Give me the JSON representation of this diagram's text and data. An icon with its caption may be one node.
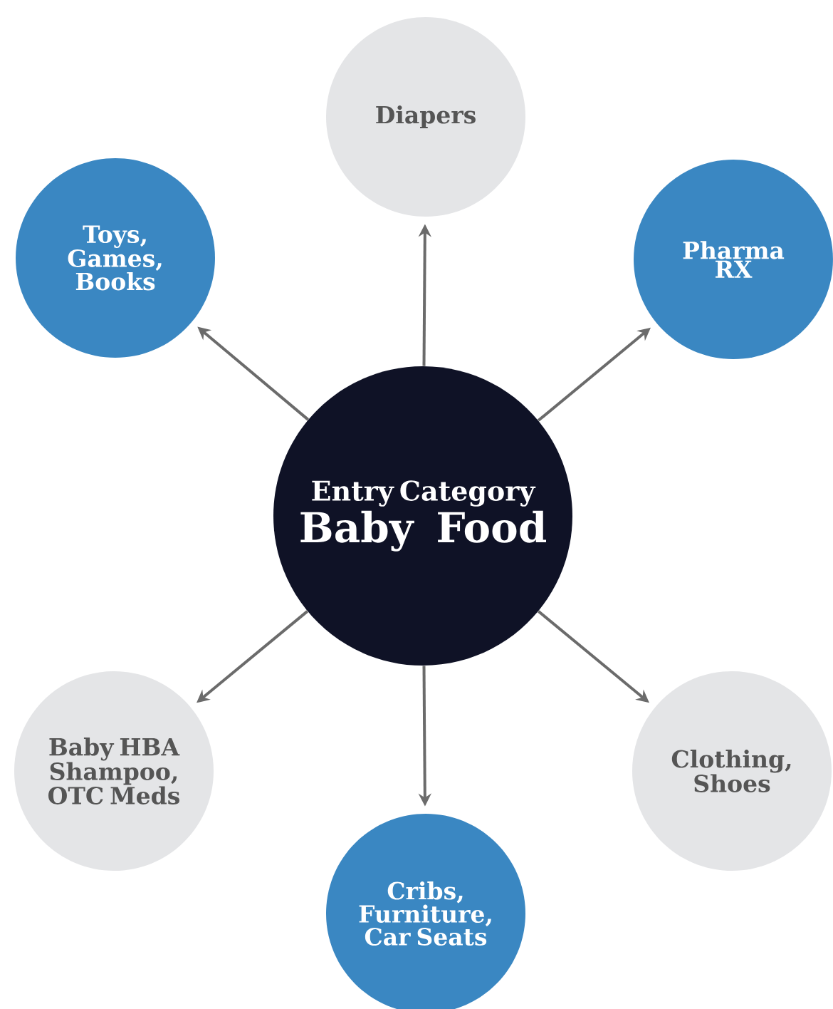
{
  "diagram": {
    "nodes": [
      {
        "text": [
          "Diapers"
        ]
      },
      {
        "text": [
          "Toys, Games, Books"
        ]
      },
      {
        "text": [
          "Pharma RX"
        ]
      },
      {
        "text": [
          "Entry Category",
          "Baby Food"
        ]
      },
      {
        "text": [
          "Baby HBA Shampoo, OTC Meds"
        ]
      },
      {
        "text": [
          "Clothing, Shoes"
        ]
      },
      {
        "text": [
          "Cribs, Furniture, Car Seats"
        ]
      }
    ],
    "edges": [
      {
        "from": 3,
        "to": 0,
        "arrow": "to"
      },
      {
        "from": 3,
        "to": 1,
        "arrow": "to"
      },
      {
        "from": 3,
        "to": 2,
        "arrow": "to"
      },
      {
        "from": 3,
        "to": 4,
        "arrow": "to"
      },
      {
        "from": 3,
        "to": 5,
        "arrow": "to"
      },
      {
        "from": 3,
        "to": 6,
        "arrow": "to"
      }
    ]
  }
}
